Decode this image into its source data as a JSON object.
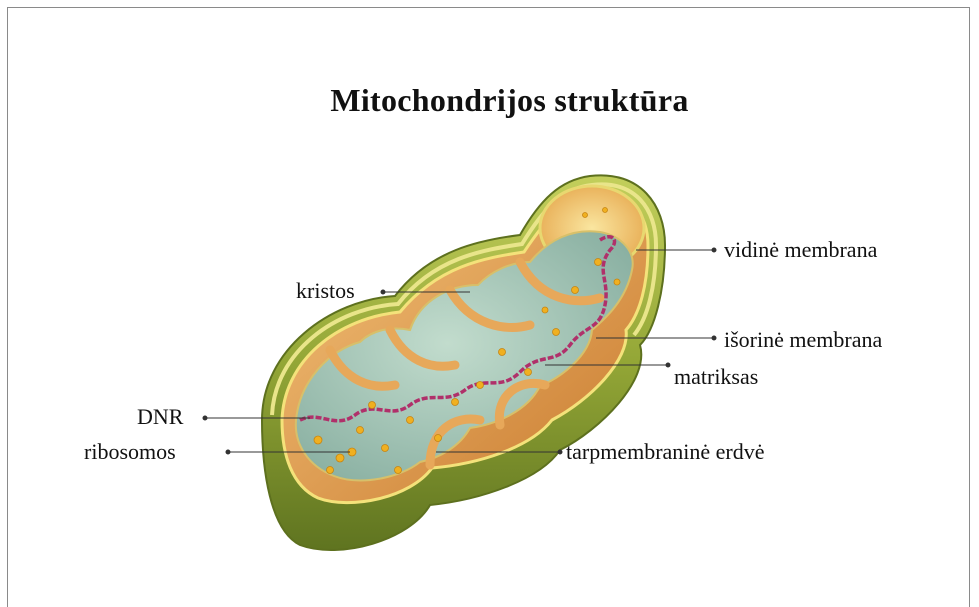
{
  "title": "Mitochondrijos struktūra",
  "labels": {
    "inner_membrane": "vidinė membrana",
    "cristae": "kristos",
    "outer_membrane": "išorinė membrana",
    "matrix": "matriksas",
    "dna": "DNR",
    "ribosomes": "ribosomos",
    "intermembrane_space": "tarpmembraninė erdvė"
  },
  "colors": {
    "outer_membrane": "#8ea33a",
    "outer_membrane_light": "#c9d66a",
    "outer_rim": "#f2e98a",
    "intermembrane": "#e0a35a",
    "matrix": "#9fc2b8",
    "dna": "#b0306a",
    "ribosome": "#f0b020"
  }
}
